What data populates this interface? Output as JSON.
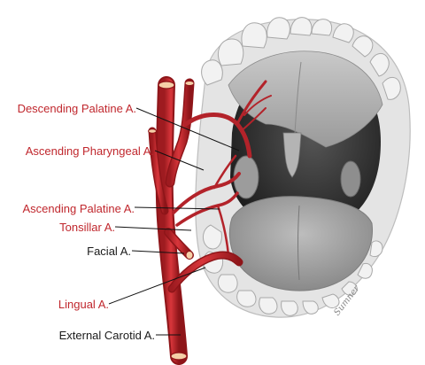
{
  "labels": {
    "descending_palatine": "Descending Palatine A.",
    "ascending_pharyngeal": "Ascending Pharyngeal A.",
    "ascending_palatine": "Ascending Palatine A.",
    "tonsillar": "Tonsillar A.",
    "facial": "Facial A.",
    "lingual": "Lingual A.",
    "external_carotid": "External Carotid A."
  },
  "signature": "Sumner",
  "colors": {
    "artery_label": "#c0272d",
    "plain_label": "#1a1a1a",
    "artery_fill": "#c8272d",
    "artery_shade": "#8e1519"
  }
}
